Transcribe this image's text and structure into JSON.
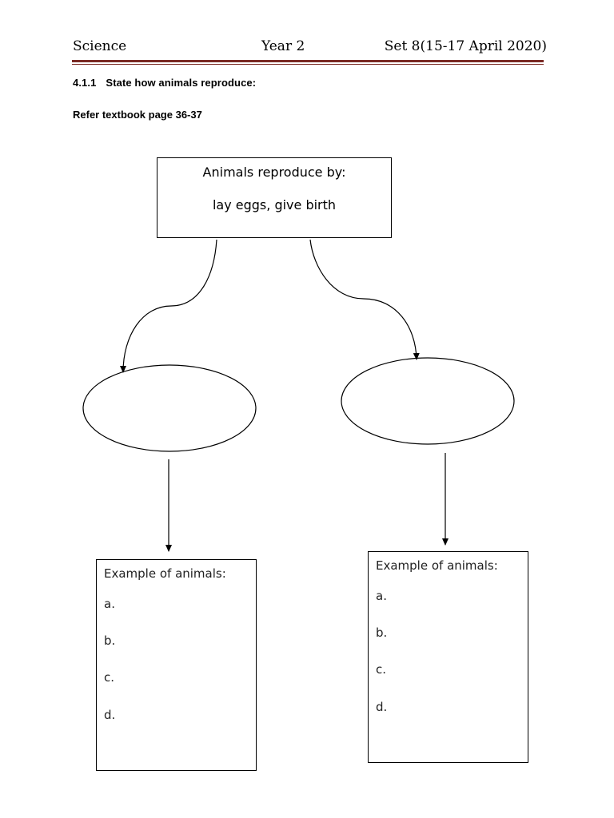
{
  "header": {
    "subject": "Science",
    "year": "Year 2",
    "set": "Set 8(15-17 April 2020)",
    "rule_color": "#7a2a24"
  },
  "objective": {
    "number": "4.1.1",
    "text": "State how animals reproduce:"
  },
  "reference": "Refer textbook page 36-37",
  "diagram": {
    "main_box": {
      "line1": "Animals reproduce by:",
      "line2": "lay eggs, give birth"
    },
    "branches": [
      {
        "ellipse_text": "",
        "examples": {
          "title": "Example of animals:",
          "items": [
            "a.",
            "b.",
            "c.",
            "d."
          ]
        }
      },
      {
        "ellipse_text": "",
        "examples": {
          "title": "Example of animals:",
          "items": [
            "a.",
            "b.",
            "c.",
            "d."
          ]
        }
      }
    ]
  }
}
